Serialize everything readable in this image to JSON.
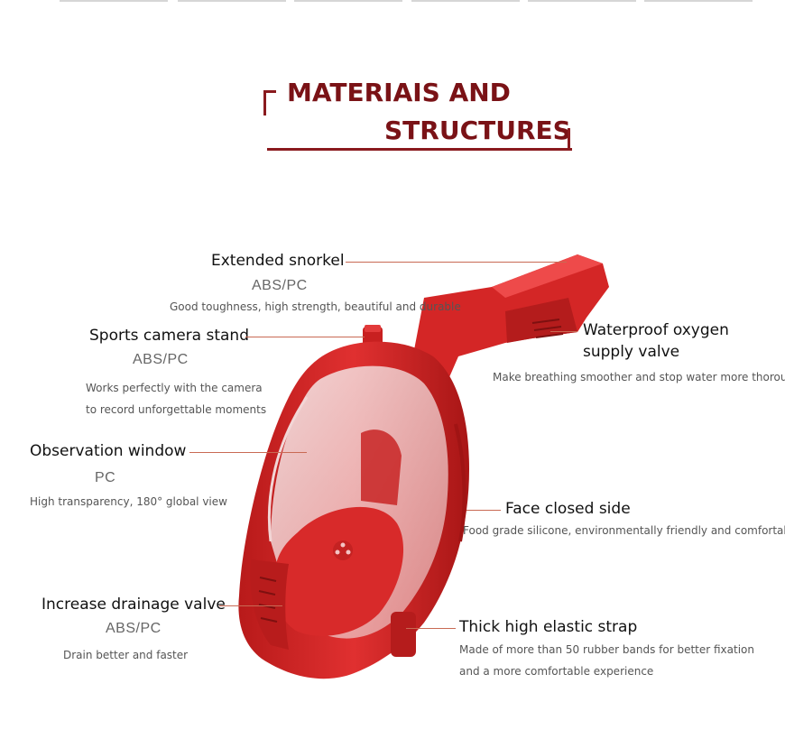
{
  "title": {
    "line1": "MATERIAIS AND",
    "line2": "STRUCTURES"
  },
  "colors": {
    "title": "#7a1216",
    "mask_red": "#d42626",
    "leader_line": "#c96a54"
  },
  "features": {
    "snorkel": {
      "heading": "Extended snorkel",
      "material": "ABS/PC",
      "desc": "Good toughness, high strength, beautiful and durable"
    },
    "camera": {
      "heading": "Sports camera stand",
      "material": "ABS/PC",
      "desc1": "Works perfectly with the camera",
      "desc2": "to record unforgettable moments"
    },
    "window": {
      "heading": "Observation window",
      "material": "PC",
      "desc": "High transparency, 180°   global view"
    },
    "drainage": {
      "heading": "Increase drainage valve",
      "material": "ABS/PC",
      "desc": "Drain better and faster"
    },
    "oxygen": {
      "heading1": "Waterproof oxygen",
      "heading2": "supply valve",
      "desc": "Make breathing smoother and stop water more thoroughly"
    },
    "face": {
      "heading": "Face closed side",
      "desc": "Food grade silicone, environmentally friendly and comfortable"
    },
    "strap": {
      "heading": "Thick high elastic strap",
      "desc1": "Made of more than 50 rubber bands for better fixation",
      "desc2": "and a more comfortable experience"
    }
  }
}
